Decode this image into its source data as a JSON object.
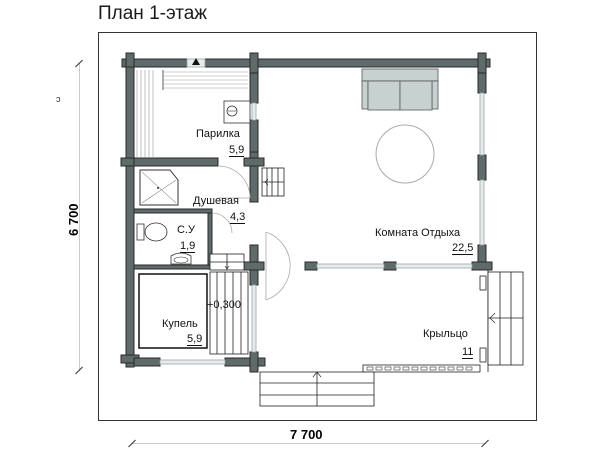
{
  "title": "План 1-этаж",
  "dimensions": {
    "height": "6 700",
    "width": "7 700"
  },
  "rooms": [
    {
      "name": "Парилка",
      "area": "5,9"
    },
    {
      "name": "Душевая",
      "area": "4,3"
    },
    {
      "name": "С.У",
      "area": "1,9"
    },
    {
      "name": "Купель",
      "area": "5,9"
    },
    {
      "name": "Комната Отдыха",
      "area": "22,5"
    },
    {
      "name": "Крыльцо",
      "area": "11"
    }
  ],
  "level_mark": "+0,300",
  "colors": {
    "wall": "#5f6b6b",
    "wall_outline": "#2a2a2a",
    "window": "#b8c4c4",
    "sofa": "#c7d1d0",
    "line": "#222222"
  }
}
